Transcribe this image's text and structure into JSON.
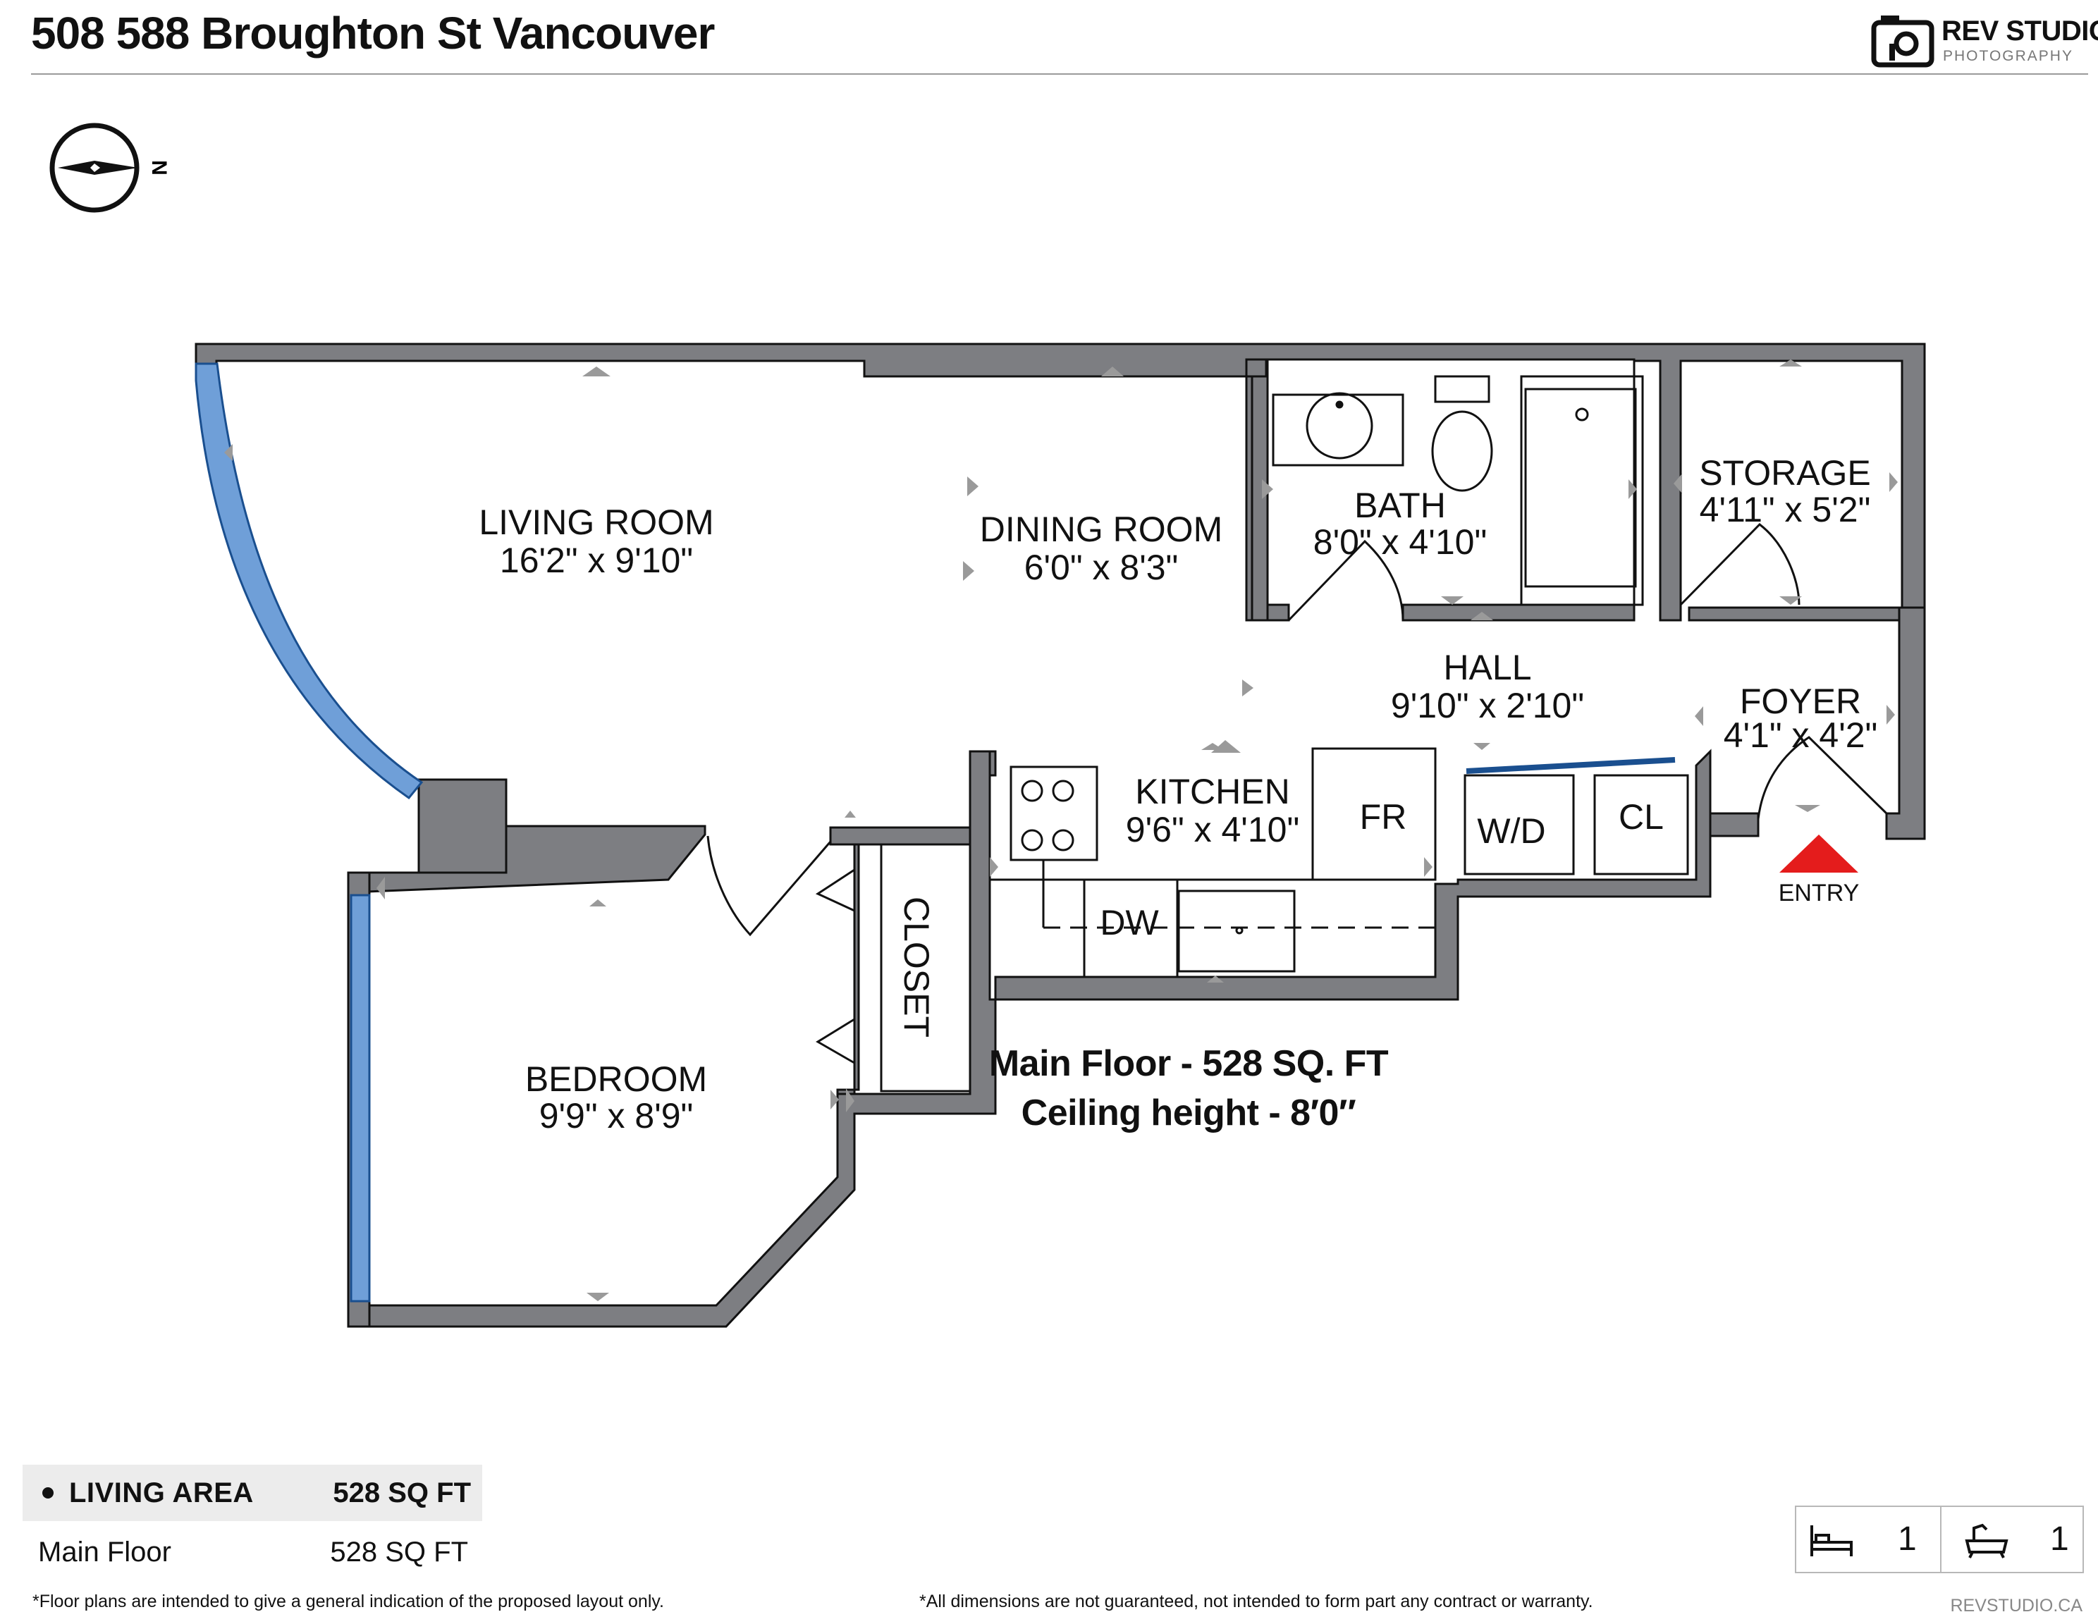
{
  "header": {
    "title": "508 588 Broughton St Vancouver"
  },
  "logo": {
    "brand": "REV STUDIO",
    "tagline": "PHOTOGRAPHY"
  },
  "compass": {
    "north_label": "N"
  },
  "rooms": {
    "living": {
      "name": "LIVING ROOM",
      "dims": "16'2\" x 9'10\""
    },
    "dining": {
      "name": "DINING ROOM",
      "dims": "6'0\" x 8'3\""
    },
    "bath": {
      "name": "BATH",
      "dims": "8'0\" x 4'10\""
    },
    "storage": {
      "name": "STORAGE",
      "dims": "4'11\" x 5'2\""
    },
    "hall": {
      "name": "HALL",
      "dims": "9'10\" x 2'10\""
    },
    "foyer": {
      "name": "FOYER",
      "dims": "4'1\" x 4'2\""
    },
    "kitchen": {
      "name": "KITCHEN",
      "dims": "9'6\" x 4'10\""
    },
    "bedroom": {
      "name": "BEDROOM",
      "dims": "9'9\" x 8'9\""
    }
  },
  "fixtures": {
    "fridge": "FR",
    "washer_dryer": "W/D",
    "closet_small": "CL",
    "dishwasher": "DW",
    "closet": "CLOSET",
    "entry": "ENTRY"
  },
  "summary": {
    "floor": "Main Floor - 528 SQ. FT",
    "ceiling": "Ceiling height - 8′0″"
  },
  "area_table": {
    "header_label": "LIVING AREA",
    "header_value": "528 SQ FT",
    "rows": [
      {
        "label": "Main Floor",
        "value": "528 SQ FT"
      }
    ]
  },
  "counts": {
    "bedrooms": "1",
    "bathrooms": "1"
  },
  "footnotes": {
    "left": "*Floor plans are intended to give a general indication of the proposed layout only.",
    "right": "*All dimensions are not guaranteed, not intended to form part any contract or warranty.",
    "site": "REVSTUDIO.CA"
  },
  "colors": {
    "wall": "#7d7e82",
    "wall_edge": "#111111",
    "window": "#6f9fd8",
    "entry_marker": "#e41c1c",
    "marker": "#9a9a9a"
  }
}
